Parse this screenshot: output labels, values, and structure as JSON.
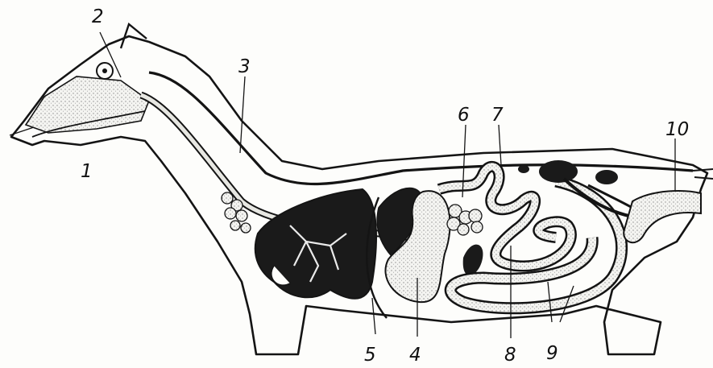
{
  "labels": {
    "l1": "1",
    "l2": "2",
    "l3": "3",
    "l4": "4",
    "l5": "5",
    "l6": "6",
    "l7": "7",
    "l8": "8",
    "l9": "9",
    "l10": "10"
  },
  "colors": {
    "ink": "#141414",
    "stipple": "#9a9a9a",
    "paper": "#fdfdfb"
  }
}
